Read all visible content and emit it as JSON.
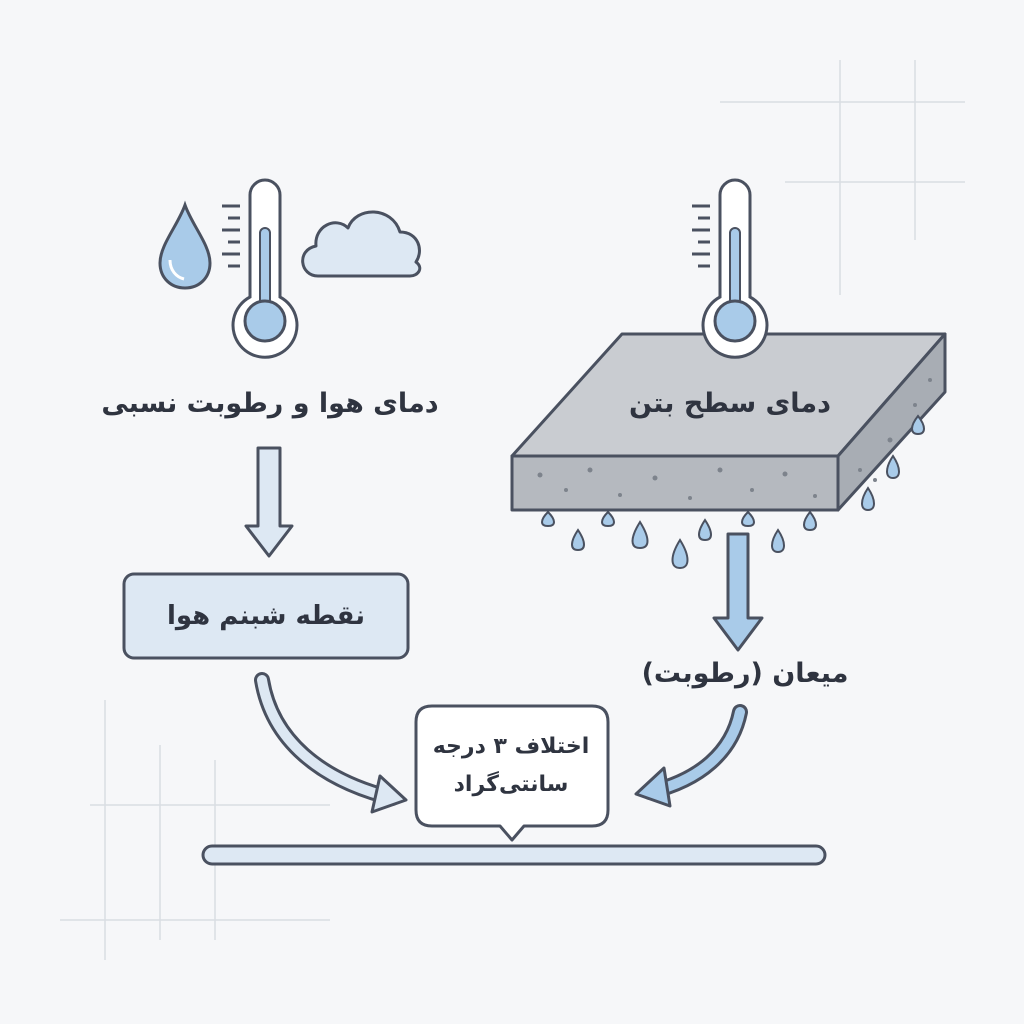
{
  "labels": {
    "air_conditions": "دمای هوا و رطوبت نسبی",
    "concrete_surface_temp": "دمای سطح بتن",
    "air_dew_point": "نقطه شبنم هوا",
    "condensation": "میعان (رطوبت)",
    "difference": "اختلاف ۳ درجه سانتی‌گراد"
  },
  "icons": {
    "air": [
      "water-drop-icon",
      "thermometer-icon",
      "cloud-icon"
    ],
    "surface": [
      "thermometer-icon",
      "concrete-slab-icon",
      "condensation-drops-icon"
    ]
  },
  "colors": {
    "background": "#f6f7f9",
    "line": "#4a5160",
    "accent_blue": "#a9cbe9",
    "box_fill": "#dde8f3",
    "concrete_top": "#c9ccd1",
    "concrete_side": "#b5b9bf",
    "grid": "#d9dde3"
  }
}
